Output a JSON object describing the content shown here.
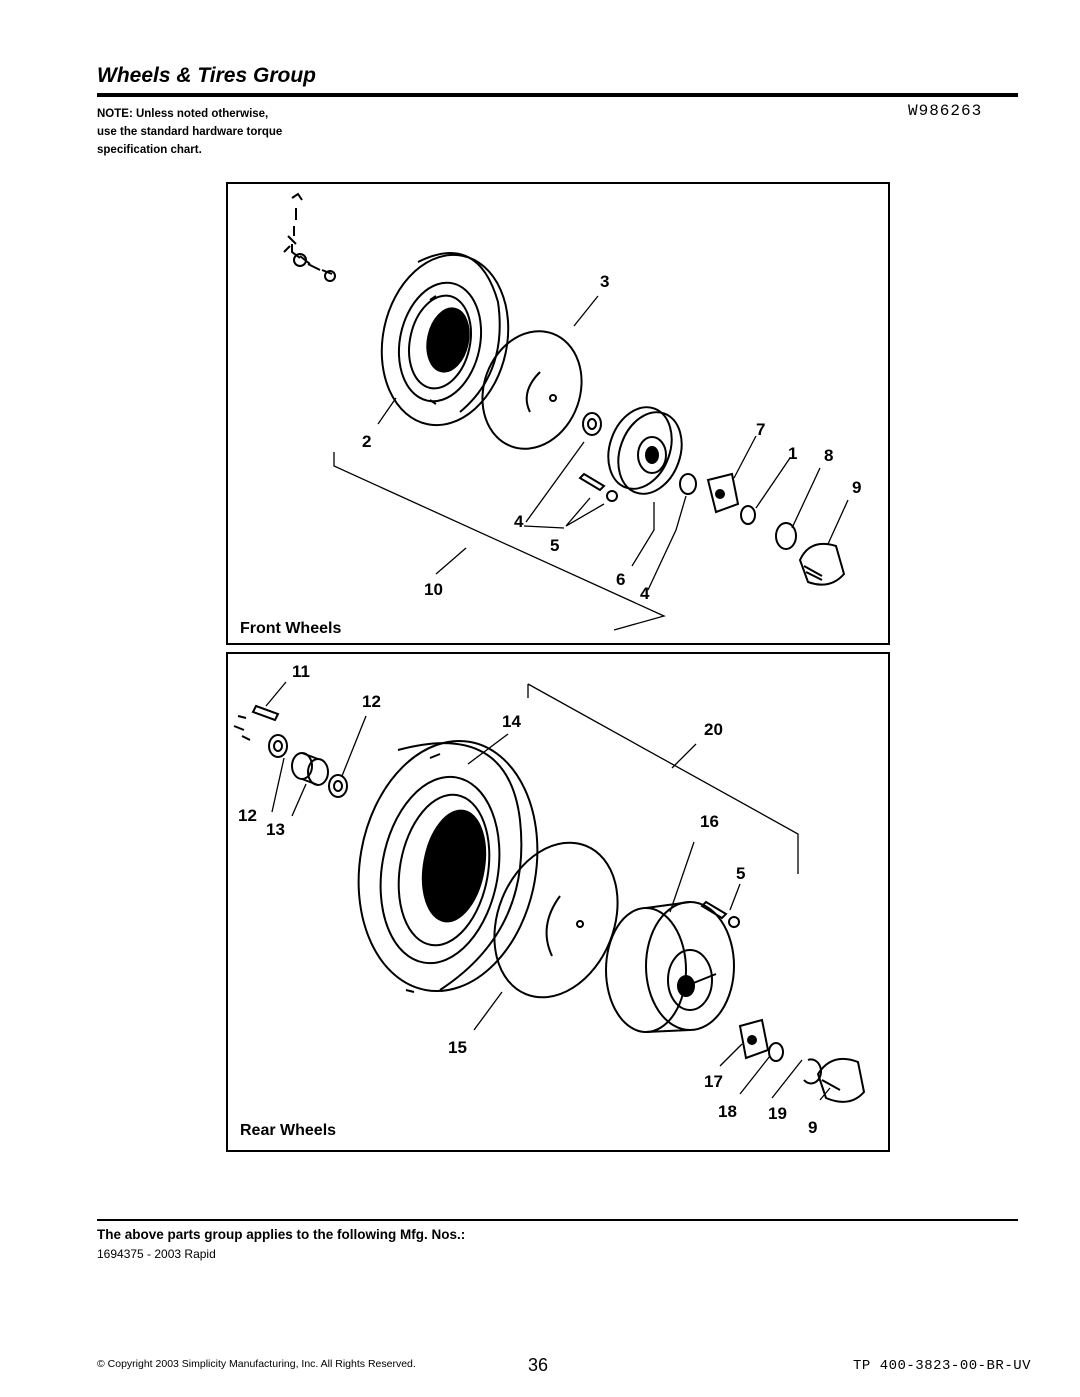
{
  "header": {
    "title": "Wheels & Tires Group",
    "note_lines": [
      "NOTE: Unless noted otherwise,",
      "use the standard hardware torque",
      "specification chart."
    ],
    "drawing_code": "W986263"
  },
  "front_panel": {
    "label": "Front Wheels",
    "callouts": [
      "3",
      "2",
      "7",
      "1",
      "8",
      "9",
      "4",
      "5",
      "6",
      "10",
      "4"
    ]
  },
  "rear_panel": {
    "label": "Rear Wheels",
    "callouts": [
      "11",
      "12",
      "14",
      "20",
      "12",
      "13",
      "16",
      "5",
      "15",
      "17",
      "18",
      "19",
      "9"
    ]
  },
  "footer": {
    "applies_text": "The above parts group applies to the following Mfg. Nos.:",
    "mfg_numbers": "1694375 - 2003 Rapid",
    "copyright": "© Copyright 2003 Simplicity Manufacturing, Inc. All Rights Reserved.",
    "page_number": "36",
    "doc_number": "TP 400-3823-00-BR-UV"
  }
}
